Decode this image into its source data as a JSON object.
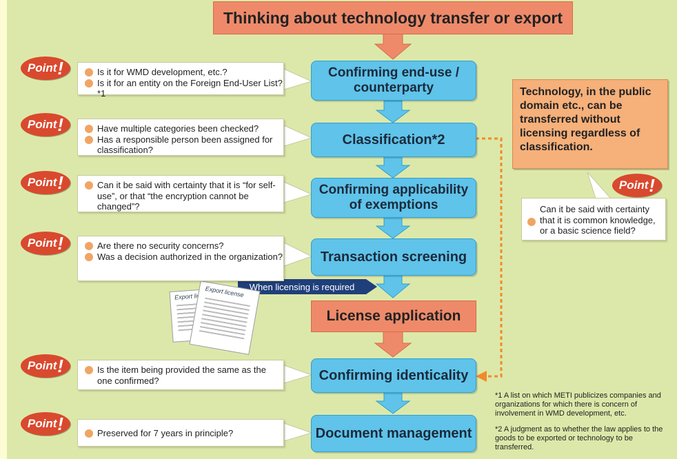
{
  "header": "Thinking about technology transfer or export",
  "steps": {
    "s1": "Confirming end-use /\ncounterparty",
    "s2": "Classification*2",
    "s3": "Confirming applicability\nof exemptions",
    "s4": "Transaction screening",
    "s5": "License application",
    "s6": "Confirming identicality",
    "s7": "Document management"
  },
  "point_label": "Point",
  "point_mark": "!",
  "points": {
    "p1": [
      "Is it for WMD development, etc.?",
      "Is it for an entity on the Foreign End-User List?*1"
    ],
    "p2": [
      "Have multiple categories been checked?",
      "Has a responsible person been assigned for classification?"
    ],
    "p3": [
      "Can it be said with certainty that it is “for self-use”, or that “the encryption cannot be changed”?"
    ],
    "p4": [
      "Are there no security concerns?",
      "Was a decision authorized in the organization?"
    ],
    "p5": [
      "Is the item being provided the same as the one confirmed?"
    ],
    "p6": [
      "Preserved for 7 years in principle?"
    ]
  },
  "licensing_tag": "When licensing is required",
  "doc_labels": [
    "Export licen",
    "Export license"
  ],
  "side": {
    "note": "Technology, in the public domain etc., can be transferred without licensing regardless of classification.",
    "question": "Can it be said with certainty that it is common knowledge, or a basic science field?"
  },
  "footnotes": {
    "f1": "*1 A list on which METI publicizes companies and organizations for which there is concern of involvement in WMD development, etc.",
    "f2": "*2 A judgment as to whether the law applies to the goods to be exported or technology to be transferred."
  },
  "colors": {
    "step_blue": "#5fc3ea",
    "header_salmon": "#ee8a6a",
    "point_red": "#d9492e",
    "background": "#dce8a9"
  }
}
